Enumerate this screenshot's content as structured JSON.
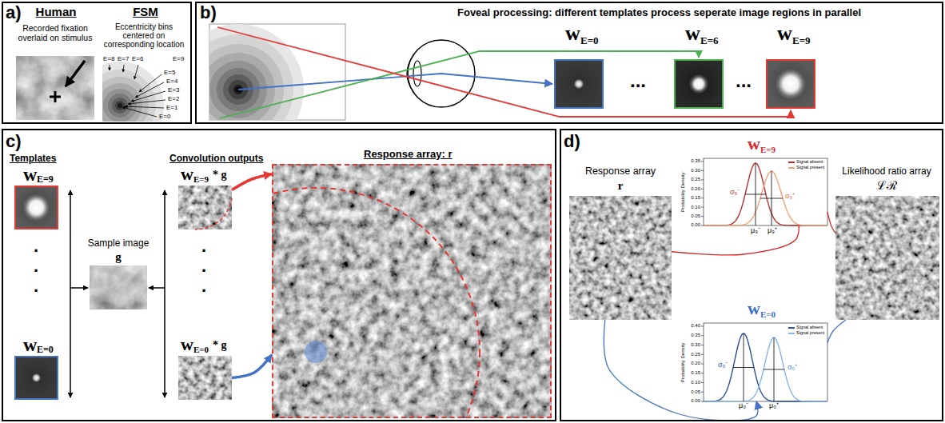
{
  "diagram": {
    "nodes": [
      {
        "text": [
          "a)"
        ]
      },
      {
        "text": [
          "Human",
          "Recorded fixation overlaid on stimulus"
        ],
        "in": 0
      },
      {
        "text": [
          "FSM",
          "Eccentricity bins centered on corresponding location",
          "E=8",
          "E=7",
          "E=6",
          "E=5",
          "E=4",
          "E=3",
          "E=2",
          "E=1",
          "E=0",
          "E=9"
        ],
        "in": 0
      },
      {
        "text": [
          "b)",
          "Foveal processing: different templates process seperate image regions in parallel"
        ]
      },
      {
        "text": [
          "w",
          "E=0"
        ],
        "in": 3
      },
      {
        "text": [
          "w",
          "E=6"
        ],
        "in": 3
      },
      {
        "text": [
          "w",
          "E=9"
        ],
        "in": 3
      },
      {
        "text": [
          "c)"
        ]
      },
      {
        "text": [
          "Templates",
          "w",
          "E=9"
        ],
        "in": 7
      },
      {
        "text": [
          "w",
          "E=0"
        ],
        "in": 7
      },
      {
        "text": [
          "Sample image",
          "g"
        ],
        "in": 7
      },
      {
        "text": [
          "Convolution outputs",
          "w",
          "E=9",
          "* g"
        ],
        "in": 7
      },
      {
        "text": [
          "w",
          "E=0",
          "* g"
        ],
        "in": 7
      },
      {
        "text": [
          "Response array: r"
        ],
        "in": 7
      },
      {
        "text": [
          "d)"
        ]
      },
      {
        "text": [
          "Response array",
          "r"
        ],
        "in": 14
      },
      {
        "text": [
          "Likelihood ratio array",
          "ℒℛ"
        ],
        "in": 14
      },
      {
        "text": [
          "w",
          "E=9",
          "σ₉⁻",
          "σ₉⁺",
          "μ₉⁻",
          "μ₉⁺",
          "Probability Density"
        ],
        "in": 14
      },
      {
        "text": [
          "w",
          "E=0",
          "σ₀⁻",
          "σ₀⁺",
          "μ₀⁻",
          "μ₀⁺",
          "Probability Density"
        ],
        "in": 14
      }
    ],
    "edges": [
      {
        "from": 11,
        "to": 13,
        "arrow": "to"
      },
      {
        "from": 12,
        "to": 13,
        "arrow": "to"
      },
      {
        "from": 15,
        "to": 17,
        "arrow": "none"
      },
      {
        "from": 17,
        "to": 16,
        "arrow": "none"
      },
      {
        "from": 15,
        "to": 18,
        "arrow": "to"
      },
      {
        "from": 18,
        "to": 16,
        "arrow": "none"
      }
    ],
    "labels": [
      "...",
      "...",
      ".",
      ".",
      ".",
      ".",
      ".",
      ".",
      "0.35",
      "0.30",
      "0.25",
      "0.20",
      "0.15",
      "0.10",
      "0.05",
      "0.00",
      "0.40",
      "0.35",
      "0.30",
      "0.25",
      "0.20",
      "0.15",
      "0.10",
      "0.05",
      "0.00"
    ],
    "legend": [
      {
        "text": "Signal absent"
      },
      {
        "text": "Signal present"
      },
      {
        "text": "Signal absent"
      },
      {
        "text": "Signal present"
      }
    ]
  }
}
